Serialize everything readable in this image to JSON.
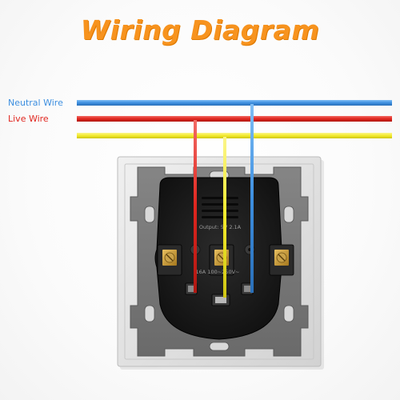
{
  "title": "Wiring Diagram",
  "wires": {
    "neutral": {
      "label": "Neutral Wire",
      "color": "#3d8fe0"
    },
    "live": {
      "label": "Live Wire",
      "color": "#e0261f"
    },
    "earth": {
      "color": "#f2ea2b"
    }
  },
  "device": {
    "output_label": "Output: 5V 2.1A",
    "rating_label": "16A 100~250V~",
    "plate_color": "#d8d8d8",
    "frame_color": "#757575",
    "body_color": "#1a1a1a"
  }
}
